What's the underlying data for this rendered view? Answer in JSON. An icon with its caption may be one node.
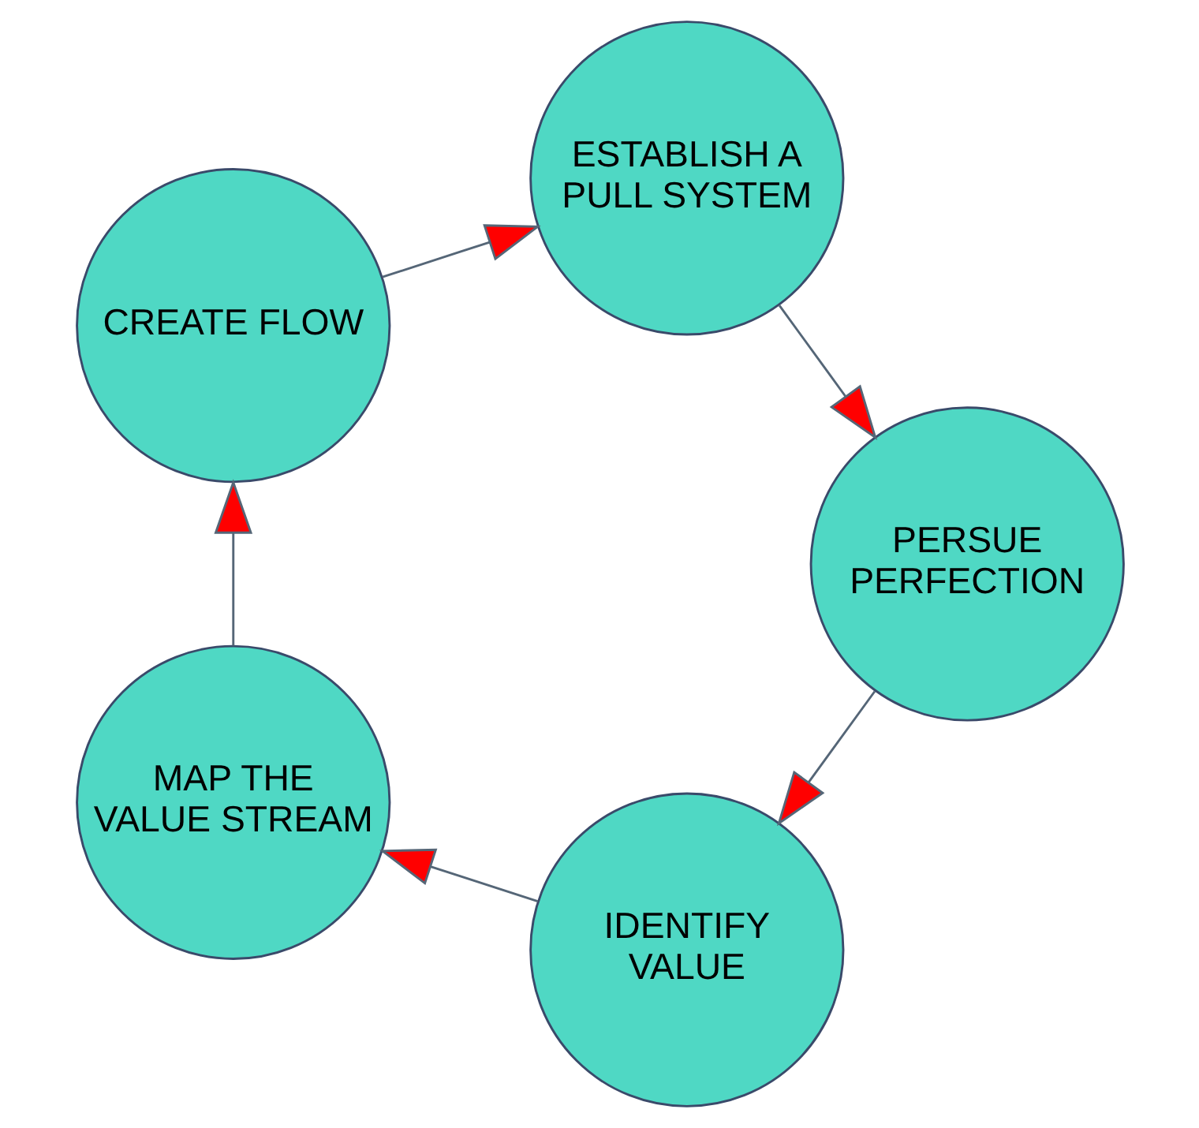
{
  "diagram": {
    "nodes": [
      {
        "text": [
          "IDENTIFY VALUE"
        ]
      },
      {
        "text": [
          "MAP THE VALUE STREAM"
        ]
      },
      {
        "text": [
          "CREATE FLOW"
        ]
      },
      {
        "text": [
          "ESTABLISH A PULL SYSTEM"
        ]
      },
      {
        "text": [
          "PERSUE PERFECTION"
        ]
      }
    ],
    "edges": [
      {
        "from": 0,
        "to": 1,
        "arrow": "to"
      },
      {
        "from": 1,
        "to": 2,
        "arrow": "to"
      },
      {
        "from": 2,
        "to": 3,
        "arrow": "to"
      },
      {
        "from": 3,
        "to": 4,
        "arrow": "to"
      },
      {
        "from": 4,
        "to": 0,
        "arrow": "to"
      }
    ]
  }
}
